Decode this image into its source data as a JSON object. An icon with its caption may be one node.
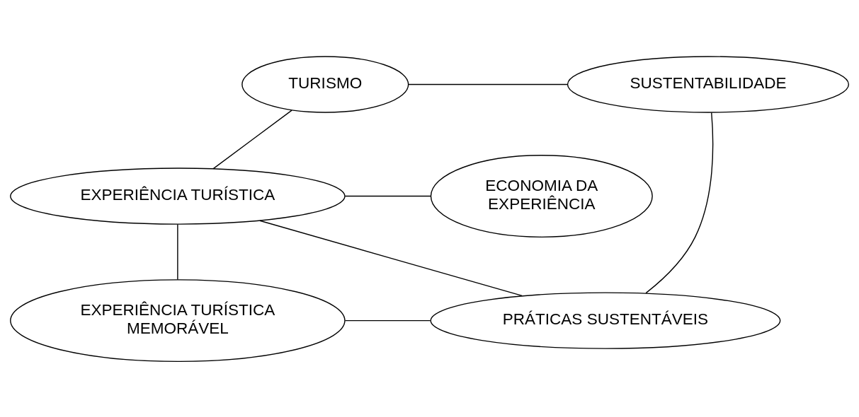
{
  "diagram": {
    "nodes": [
      {
        "text": [
          "TURISMO"
        ]
      },
      {
        "text": [
          "SUSTENTABILIDADE"
        ]
      },
      {
        "text": [
          "ECONOMIA DA EXPERIÊNCIA"
        ]
      },
      {
        "text": [
          "EXPERIÊNCIA TURÍSTICA"
        ]
      },
      {
        "text": [
          "EXPERIÊNCIA TURÍSTICA MEMORÁVEL"
        ]
      },
      {
        "text": [
          "PRÁTICAS SUSTENTÁVEIS"
        ]
      }
    ],
    "edges": [
      {
        "from": 0,
        "to": 1,
        "arrow": "none"
      },
      {
        "from": 0,
        "to": 3,
        "arrow": "none"
      },
      {
        "from": 1,
        "to": 5,
        "arrow": "none"
      },
      {
        "from": 2,
        "to": 3,
        "arrow": "none"
      },
      {
        "from": 3,
        "to": 4,
        "arrow": "none"
      },
      {
        "from": 3,
        "to": 5,
        "arrow": "none"
      },
      {
        "from": 4,
        "to": 5,
        "arrow": "none"
      }
    ]
  }
}
